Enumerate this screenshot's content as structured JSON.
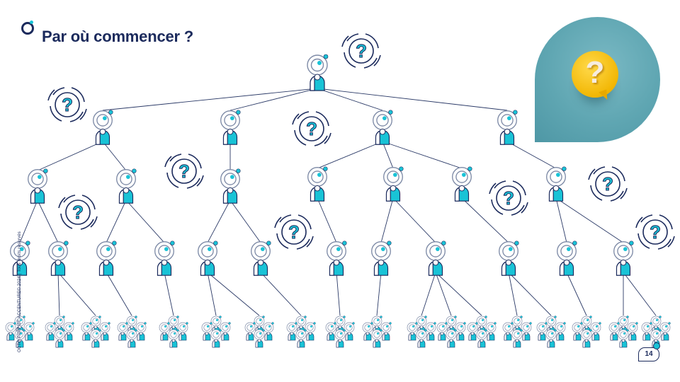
{
  "header": {
    "title": "Par où commencer ?"
  },
  "illustration": {
    "symbol": "?"
  },
  "question_icon": {
    "symbol": "?"
  },
  "footer": {
    "copyright": "OCTO PART OF ACCENTURE© 2024 | Tous droits réservés",
    "page_number": "14"
  },
  "colors": {
    "navy": "#1b2a5c",
    "cyan": "#19c3d6",
    "gray": "#7d8aa6"
  }
}
